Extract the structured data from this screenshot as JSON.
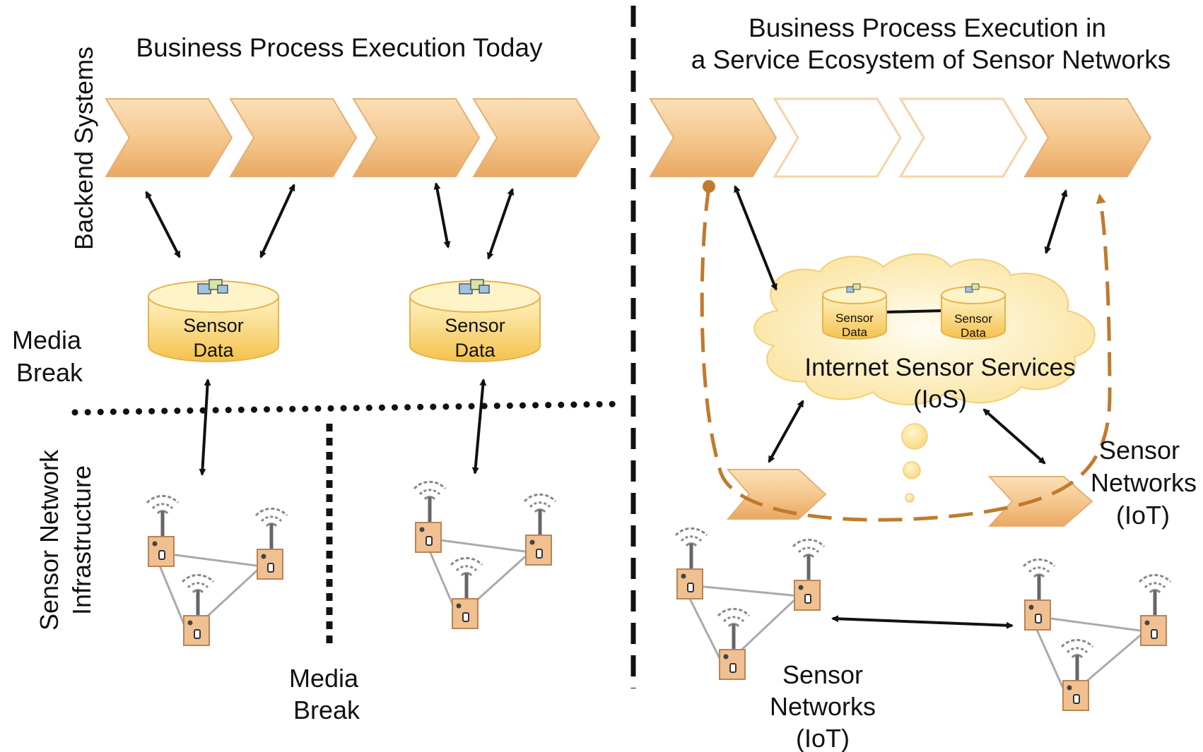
{
  "left_panel": {
    "title": "Business Process Execution Today",
    "axis_label_top": "Backend Systems",
    "axis_label_bottom_line1": "Sensor Network",
    "axis_label_bottom_line2": "Infrastructure",
    "media_break_left_line1": "Media",
    "media_break_left_line2": "Break",
    "media_break_bottom_line1": "Media",
    "media_break_bottom_line2": "Break",
    "db_left_line1": "Sensor",
    "db_left_line2": "Data",
    "db_right_line1": "Sensor",
    "db_right_line2": "Data"
  },
  "right_panel": {
    "title_line1": "Business Process Execution in",
    "title_line2": "a Service Ecosystem of Sensor Networks",
    "cloud_db1_line1": "Sensor",
    "cloud_db1_line2": "Data",
    "cloud_db2_line1": "Sensor",
    "cloud_db2_line2": "Data",
    "cloud_label_line1": "Internet Sensor Services",
    "cloud_label_line2": "(IoS)",
    "sensor_networks_right_line1": "Sensor",
    "sensor_networks_right_line2": "Networks",
    "sensor_networks_right_line3": "(IoT)",
    "sensor_networks_bottom_line1": "Sensor",
    "sensor_networks_bottom_line2": "Networks",
    "sensor_networks_bottom_line3": "(IoT)"
  },
  "colors": {
    "chevron_fill": "#f2c58a",
    "chevron_light": "#fde6c6",
    "db_fill": "#f9d87a",
    "cloud_fill": "#fbe7a9",
    "dashed_orange": "#c07a2c",
    "node_fill": "#f0c090"
  }
}
